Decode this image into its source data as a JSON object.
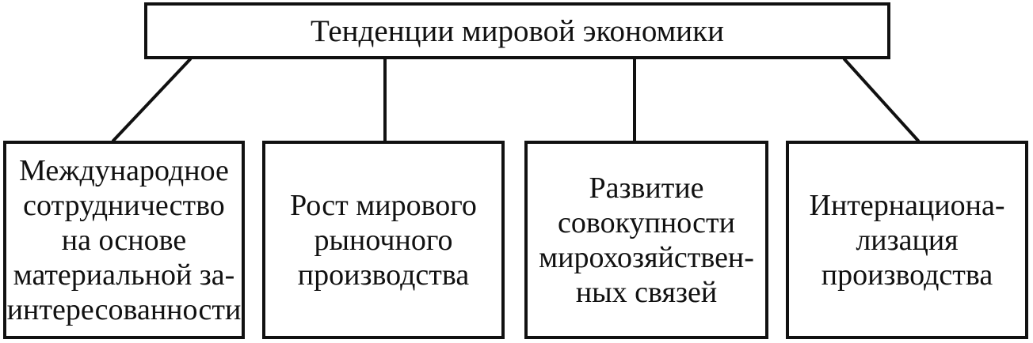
{
  "diagram": {
    "root": {
      "label": "Тенденции мировой экономики"
    },
    "children": [
      {
        "lines": [
          "Международное",
          "сотрудничество",
          "на основе",
          "материальной за-",
          "интересованности"
        ]
      },
      {
        "lines": [
          "Рост мирового",
          "рыночного",
          "производства"
        ]
      },
      {
        "lines": [
          "Развитие",
          "совокупности",
          "мирохозяйствен-",
          "ных связей"
        ]
      },
      {
        "lines": [
          "Интернациона-",
          "лизация",
          "производства"
        ]
      }
    ],
    "colors": {
      "ink": "#111111",
      "background": "#ffffff"
    }
  }
}
